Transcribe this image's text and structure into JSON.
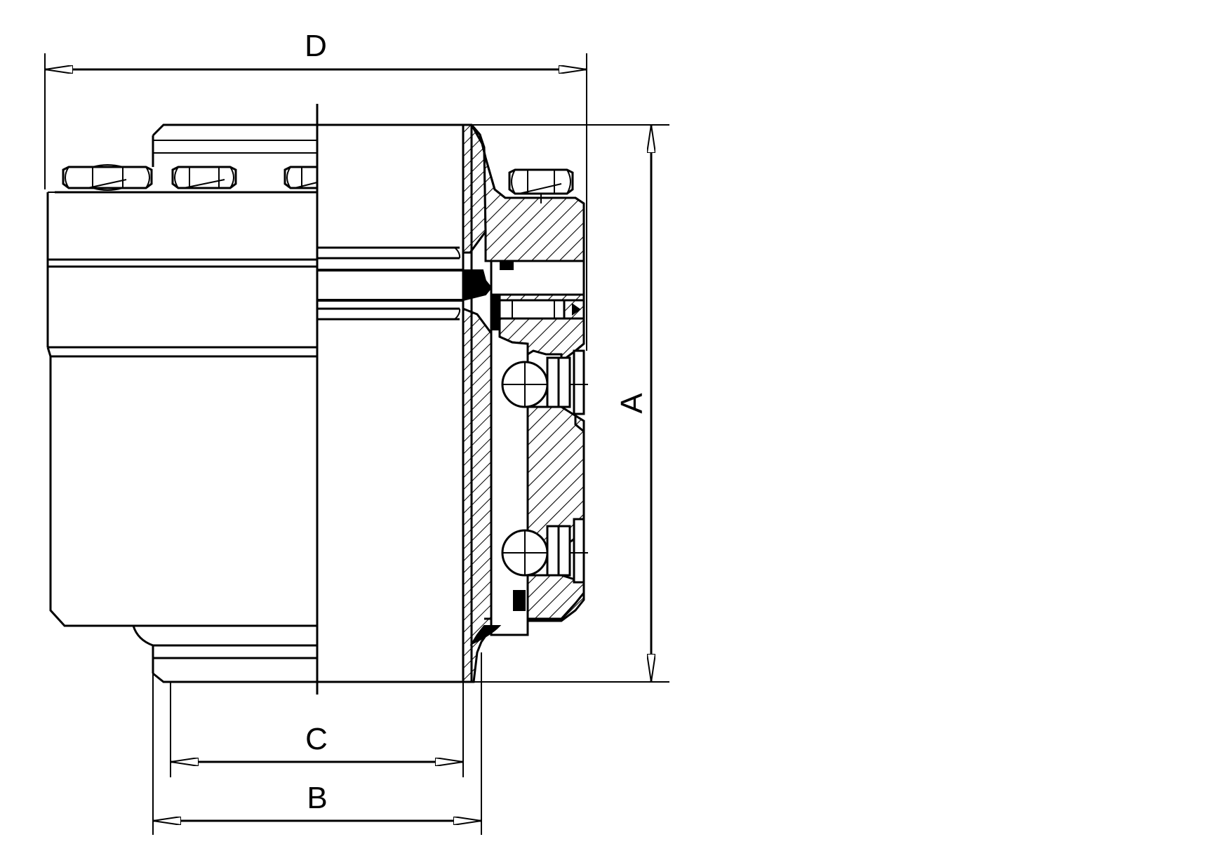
{
  "drawing": {
    "type": "cross-section engineering drawing",
    "line_color": "#000000",
    "background_color": "#ffffff"
  },
  "dimensions": {
    "A": "A",
    "B": "B",
    "C": "C",
    "D": "D"
  }
}
